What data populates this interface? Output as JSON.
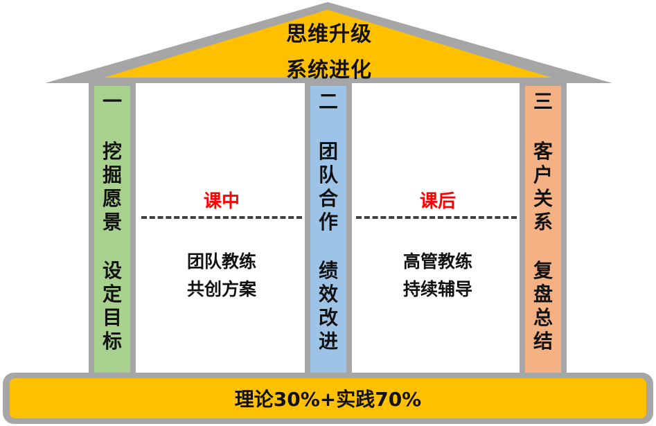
{
  "roof": {
    "line1": "思维升级",
    "line2": "系统进化"
  },
  "pillars": [
    {
      "num": "一",
      "text_top": "挖掘愿景",
      "text_bottom": "设定目标",
      "color": "#a9d18e"
    },
    {
      "num": "二",
      "text_top": "团队合作",
      "text_bottom": "绩效改进",
      "color": "#9dc3e6"
    },
    {
      "num": "三",
      "text_top": "客户关系",
      "text_bottom": "复盘总结",
      "color": "#f4b183"
    }
  ],
  "sections": [
    {
      "label": "课中",
      "line1": "团队教练",
      "line2": "共创方案"
    },
    {
      "label": "课后",
      "line1": "高管教练",
      "line2": "持续辅导"
    }
  ],
  "base": {
    "text": "理论30%+实践70%"
  },
  "colors": {
    "roof_fill": "#ffc000",
    "frame": "#a6a6a6",
    "label_red": "#ff0000"
  }
}
